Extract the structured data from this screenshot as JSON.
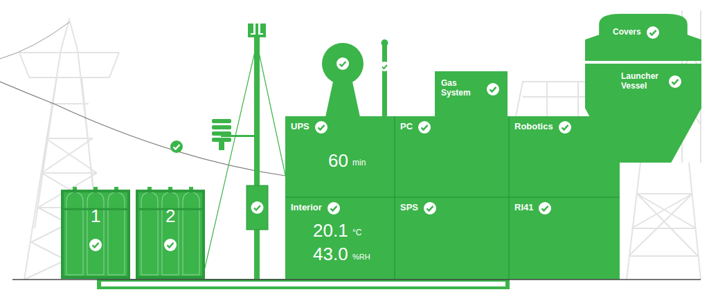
{
  "diagram": {
    "nodes": [
      {
        "text": [
          "1"
        ]
      },
      {
        "text": [
          "2"
        ]
      },
      {
        "text": [
          "Gas System"
        ]
      },
      {
        "text": [
          "Covers"
        ]
      },
      {
        "text": [
          "Launcher Vessel"
        ]
      },
      {
        "text": [
          "UPS",
          "60",
          "min"
        ]
      },
      {
        "text": [
          "PC"
        ]
      },
      {
        "text": [
          "Robotics"
        ]
      },
      {
        "text": [
          "Interior",
          "20.1",
          "°C",
          "43.0",
          "%RH"
        ]
      },
      {
        "text": [
          "SPS"
        ]
      },
      {
        "text": [
          "RI41"
        ]
      }
    ]
  }
}
